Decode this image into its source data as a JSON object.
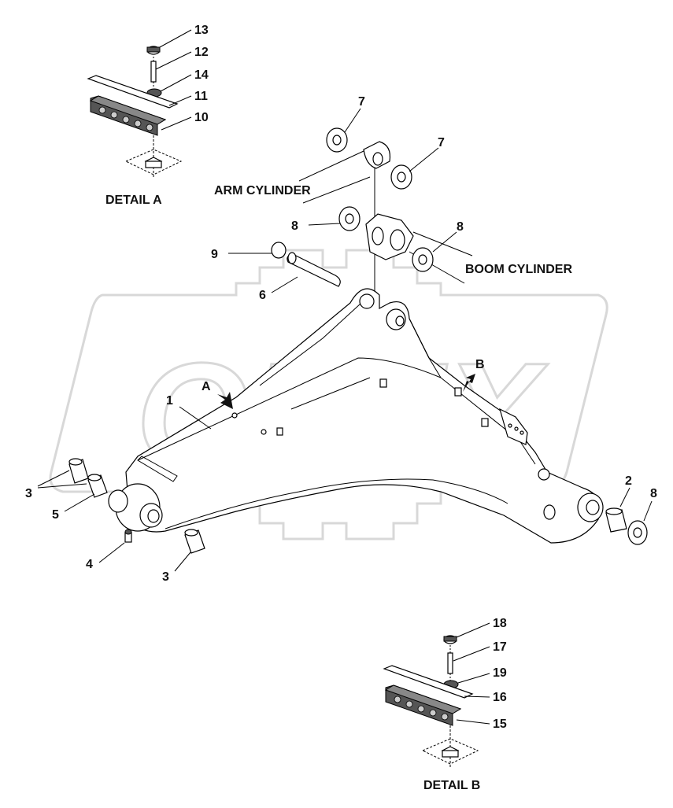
{
  "watermark": {
    "text": "OPEX"
  },
  "captions": {
    "detail_a": "DETAIL A",
    "detail_b": "DETAIL B",
    "arm_cylinder": "ARM CYLINDER",
    "boom_cylinder": "BOOM CYLINDER",
    "arrow_a": "A",
    "arrow_b": "B"
  },
  "callouts": {
    "c13": "13",
    "c12": "12",
    "c14": "14",
    "c11": "11",
    "c10": "10",
    "c7a": "7",
    "c7b": "7",
    "c8a": "8",
    "c8b": "8",
    "c9": "9",
    "c6": "6",
    "c1": "1",
    "c2": "2",
    "c8c": "8",
    "c3a": "3",
    "c5": "5",
    "c4": "4",
    "c3b": "3",
    "c18": "18",
    "c17": "17",
    "c19": "19",
    "c16": "16",
    "c15": "15"
  }
}
